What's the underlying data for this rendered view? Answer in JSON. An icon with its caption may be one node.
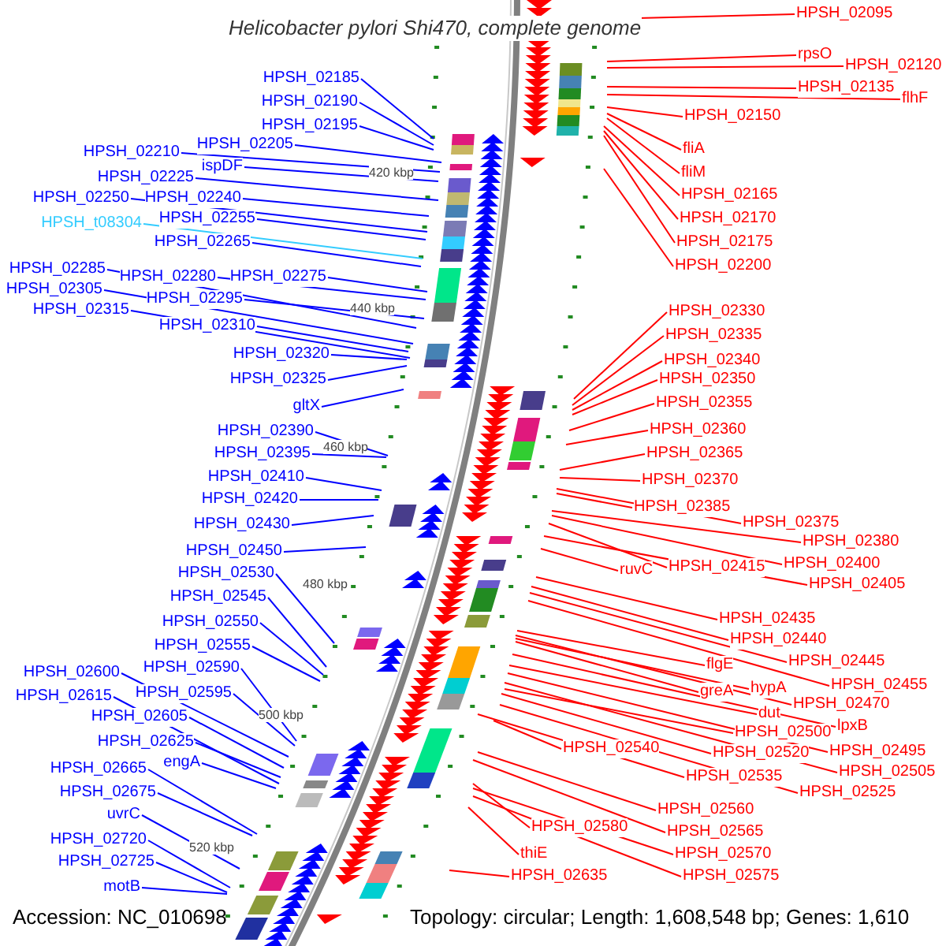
{
  "diagram": {
    "title": "Helicobacter pylori Shi470, complete genome",
    "nodes": [
      {
        "text": [
          "HPSH_02185"
        ]
      },
      {
        "text": [
          "HPSH_02190"
        ]
      },
      {
        "text": [
          "HPSH_02195"
        ]
      },
      {
        "text": [
          "HPSH_02205"
        ]
      },
      {
        "text": [
          "HPSH_02210"
        ]
      },
      {
        "text": [
          "ispDF"
        ]
      },
      {
        "text": [
          "HPSH_02225"
        ]
      },
      {
        "text": [
          "HPSH_02250"
        ]
      },
      {
        "text": [
          "HPSH_02240"
        ]
      },
      {
        "text": [
          "HPSH_02255"
        ]
      },
      {
        "text": [
          "HPSH_t08304"
        ]
      },
      {
        "text": [
          "HPSH_02265"
        ]
      },
      {
        "text": [
          "HPSH_02285"
        ]
      },
      {
        "text": [
          "HPSH_02280"
        ]
      },
      {
        "text": [
          "HPSH_02275"
        ]
      },
      {
        "text": [
          "HPSH_02305"
        ]
      },
      {
        "text": [
          "HPSH_02295"
        ]
      },
      {
        "text": [
          "HPSH_02315"
        ]
      },
      {
        "text": [
          "HPSH_02310"
        ]
      },
      {
        "text": [
          "HPSH_02320"
        ]
      },
      {
        "text": [
          "HPSH_02325"
        ]
      },
      {
        "text": [
          "gltX"
        ]
      },
      {
        "text": [
          "HPSH_02390"
        ]
      },
      {
        "text": [
          "HPSH_02395"
        ]
      },
      {
        "text": [
          "HPSH_02410"
        ]
      },
      {
        "text": [
          "HPSH_02420"
        ]
      },
      {
        "text": [
          "HPSH_02430"
        ]
      },
      {
        "text": [
          "HPSH_02450"
        ]
      },
      {
        "text": [
          "HPSH_02530"
        ]
      },
      {
        "text": [
          "HPSH_02545"
        ]
      },
      {
        "text": [
          "HPSH_02550"
        ]
      },
      {
        "text": [
          "HPSH_02555"
        ]
      },
      {
        "text": [
          "HPSH_02590"
        ]
      },
      {
        "text": [
          "HPSH_02600"
        ]
      },
      {
        "text": [
          "HPSH_02595"
        ]
      },
      {
        "text": [
          "HPSH_02615"
        ]
      },
      {
        "text": [
          "HPSH_02605"
        ]
      },
      {
        "text": [
          "HPSH_02625"
        ]
      },
      {
        "text": [
          "engA"
        ]
      },
      {
        "text": [
          "HPSH_02665"
        ]
      },
      {
        "text": [
          "HPSH_02675"
        ]
      },
      {
        "text": [
          "uvrC"
        ]
      },
      {
        "text": [
          "HPSH_02720"
        ]
      },
      {
        "text": [
          "HPSH_02725"
        ]
      },
      {
        "text": [
          "motB"
        ]
      },
      {
        "text": [
          "HPSH_02095"
        ]
      },
      {
        "text": [
          "rpsO"
        ]
      },
      {
        "text": [
          "HPSH_02120"
        ]
      },
      {
        "text": [
          "HPSH_02135"
        ]
      },
      {
        "text": [
          "flhF"
        ]
      },
      {
        "text": [
          "HPSH_02150"
        ]
      },
      {
        "text": [
          "fliA"
        ]
      },
      {
        "text": [
          "fliM"
        ]
      },
      {
        "text": [
          "HPSH_02165"
        ]
      },
      {
        "text": [
          "HPSH_02170"
        ]
      },
      {
        "text": [
          "HPSH_02175"
        ]
      },
      {
        "text": [
          "HPSH_02200"
        ]
      },
      {
        "text": [
          "HPSH_02330"
        ]
      },
      {
        "text": [
          "HPSH_02335"
        ]
      },
      {
        "text": [
          "HPSH_02340"
        ]
      },
      {
        "text": [
          "HPSH_02350"
        ]
      },
      {
        "text": [
          "HPSH_02355"
        ]
      },
      {
        "text": [
          "HPSH_02360"
        ]
      },
      {
        "text": [
          "HPSH_02365"
        ]
      },
      {
        "text": [
          "HPSH_02370"
        ]
      },
      {
        "text": [
          "HPSH_02385"
        ]
      },
      {
        "text": [
          "HPSH_02375"
        ]
      },
      {
        "text": [
          "HPSH_02380"
        ]
      },
      {
        "text": [
          "HPSH_02415"
        ]
      },
      {
        "text": [
          "HPSH_02400"
        ]
      },
      {
        "text": [
          "ruvC"
        ]
      },
      {
        "text": [
          "HPSH_02405"
        ]
      },
      {
        "text": [
          "HPSH_02435"
        ]
      },
      {
        "text": [
          "HPSH_02440"
        ]
      },
      {
        "text": [
          "HPSH_02445"
        ]
      },
      {
        "text": [
          "flgE"
        ]
      },
      {
        "text": [
          "HPSH_02455"
        ]
      },
      {
        "text": [
          "hypA"
        ]
      },
      {
        "text": [
          "greA"
        ]
      },
      {
        "text": [
          "HPSH_02470"
        ]
      },
      {
        "text": [
          "dut"
        ]
      },
      {
        "text": [
          "lpxB"
        ]
      },
      {
        "text": [
          "HPSH_02500"
        ]
      },
      {
        "text": [
          "HPSH_02540"
        ]
      },
      {
        "text": [
          "HPSH_02495"
        ]
      },
      {
        "text": [
          "HPSH_02520"
        ]
      },
      {
        "text": [
          "HPSH_02505"
        ]
      },
      {
        "text": [
          "HPSH_02535"
        ]
      },
      {
        "text": [
          "HPSH_02525"
        ]
      },
      {
        "text": [
          "HPSH_02560"
        ]
      },
      {
        "text": [
          "HPSH_02580"
        ]
      },
      {
        "text": [
          "HPSH_02565"
        ]
      },
      {
        "text": [
          "thiE"
        ]
      },
      {
        "text": [
          "HPSH_02570"
        ]
      },
      {
        "text": [
          "HPSH_02635"
        ]
      },
      {
        "text": [
          "HPSH_02575"
        ]
      }
    ],
    "edges": [
      {
        "from": 0,
        "to": null,
        "arrow": "none",
        "color": "#0000ff"
      },
      {
        "from": 1,
        "to": null,
        "arrow": "none",
        "color": "#0000ff"
      },
      {
        "from": 2,
        "to": null,
        "arrow": "none",
        "color": "#0000ff"
      },
      {
        "from": 3,
        "to": null,
        "arrow": "none",
        "color": "#0000ff"
      },
      {
        "from": 4,
        "to": null,
        "arrow": "none",
        "color": "#0000ff"
      },
      {
        "from": 5,
        "to": null,
        "arrow": "none",
        "color": "#0000ff"
      },
      {
        "from": 6,
        "to": null,
        "arrow": "none",
        "color": "#0000ff"
      },
      {
        "from": 7,
        "to": null,
        "arrow": "none",
        "color": "#0000ff"
      },
      {
        "from": 8,
        "to": null,
        "arrow": "none",
        "color": "#0000ff"
      },
      {
        "from": 9,
        "to": null,
        "arrow": "none",
        "color": "#0000ff"
      },
      {
        "from": 10,
        "to": null,
        "arrow": "none",
        "color": "#33ccff"
      },
      {
        "from": 11,
        "to": null,
        "arrow": "none",
        "color": "#0000ff"
      },
      {
        "from": 12,
        "to": null,
        "arrow": "none",
        "color": "#0000ff"
      },
      {
        "from": 13,
        "to": null,
        "arrow": "none",
        "color": "#0000ff"
      },
      {
        "from": 14,
        "to": null,
        "arrow": "none",
        "color": "#0000ff"
      },
      {
        "from": 15,
        "to": null,
        "arrow": "none",
        "color": "#0000ff"
      },
      {
        "from": 16,
        "to": null,
        "arrow": "none",
        "color": "#0000ff"
      },
      {
        "from": 17,
        "to": null,
        "arrow": "none",
        "color": "#0000ff"
      },
      {
        "from": 18,
        "to": null,
        "arrow": "none",
        "color": "#0000ff"
      },
      {
        "from": 19,
        "to": null,
        "arrow": "none",
        "color": "#0000ff"
      },
      {
        "from": 20,
        "to": null,
        "arrow": "none",
        "color": "#0000ff"
      },
      {
        "from": 21,
        "to": null,
        "arrow": "none",
        "color": "#0000ff"
      },
      {
        "from": 22,
        "to": null,
        "arrow": "none",
        "color": "#0000ff"
      },
      {
        "from": 23,
        "to": null,
        "arrow": "none",
        "color": "#0000ff"
      },
      {
        "from": 24,
        "to": null,
        "arrow": "none",
        "color": "#0000ff"
      },
      {
        "from": 25,
        "to": null,
        "arrow": "none",
        "color": "#0000ff"
      },
      {
        "from": 26,
        "to": null,
        "arrow": "none",
        "color": "#0000ff"
      },
      {
        "from": 27,
        "to": null,
        "arrow": "none",
        "color": "#0000ff"
      },
      {
        "from": 28,
        "to": null,
        "arrow": "none",
        "color": "#0000ff"
      },
      {
        "from": 29,
        "to": null,
        "arrow": "none",
        "color": "#0000ff"
      },
      {
        "from": 30,
        "to": null,
        "arrow": "none",
        "color": "#0000ff"
      },
      {
        "from": 31,
        "to": null,
        "arrow": "none",
        "color": "#0000ff"
      },
      {
        "from": 32,
        "to": null,
        "arrow": "none",
        "color": "#0000ff"
      },
      {
        "from": 33,
        "to": null,
        "arrow": "none",
        "color": "#0000ff"
      },
      {
        "from": 34,
        "to": null,
        "arrow": "none",
        "color": "#0000ff"
      },
      {
        "from": 35,
        "to": null,
        "arrow": "none",
        "color": "#0000ff"
      },
      {
        "from": 36,
        "to": null,
        "arrow": "none",
        "color": "#0000ff"
      },
      {
        "from": 37,
        "to": null,
        "arrow": "none",
        "color": "#0000ff"
      },
      {
        "from": 38,
        "to": null,
        "arrow": "none",
        "color": "#0000ff"
      },
      {
        "from": 39,
        "to": null,
        "arrow": "none",
        "color": "#0000ff"
      },
      {
        "from": 40,
        "to": null,
        "arrow": "none",
        "color": "#0000ff"
      },
      {
        "from": 41,
        "to": null,
        "arrow": "none",
        "color": "#0000ff"
      },
      {
        "from": 42,
        "to": null,
        "arrow": "none",
        "color": "#0000ff"
      },
      {
        "from": 43,
        "to": null,
        "arrow": "none",
        "color": "#0000ff"
      },
      {
        "from": 44,
        "to": null,
        "arrow": "none",
        "color": "#0000ff"
      },
      {
        "from": 45,
        "to": null,
        "arrow": "none"
      },
      {
        "from": 46,
        "to": null,
        "arrow": "none"
      },
      {
        "from": 47,
        "to": null,
        "arrow": "none"
      },
      {
        "from": 48,
        "to": null,
        "arrow": "none"
      },
      {
        "from": 49,
        "to": null,
        "arrow": "none"
      },
      {
        "from": 50,
        "to": null,
        "arrow": "none"
      },
      {
        "from": 51,
        "to": null,
        "arrow": "none"
      },
      {
        "from": 52,
        "to": null,
        "arrow": "none"
      },
      {
        "from": 53,
        "to": null,
        "arrow": "none"
      },
      {
        "from": 54,
        "to": null,
        "arrow": "none"
      },
      {
        "from": 55,
        "to": null,
        "arrow": "none"
      },
      {
        "from": 56,
        "to": null,
        "arrow": "none"
      },
      {
        "from": 57,
        "to": null,
        "arrow": "none"
      },
      {
        "from": 58,
        "to": null,
        "arrow": "none"
      },
      {
        "from": 59,
        "to": null,
        "arrow": "none"
      },
      {
        "from": 60,
        "to": null,
        "arrow": "none"
      },
      {
        "from": 61,
        "to": null,
        "arrow": "none"
      },
      {
        "from": 62,
        "to": null,
        "arrow": "none"
      },
      {
        "from": 63,
        "to": null,
        "arrow": "none"
      },
      {
        "from": 64,
        "to": null,
        "arrow": "none"
      },
      {
        "from": 65,
        "to": null,
        "arrow": "none"
      },
      {
        "from": 66,
        "to": null,
        "arrow": "none"
      },
      {
        "from": 67,
        "to": null,
        "arrow": "none"
      },
      {
        "from": 68,
        "to": null,
        "arrow": "none"
      },
      {
        "from": 69,
        "to": null,
        "arrow": "none"
      },
      {
        "from": 70,
        "to": null,
        "arrow": "none"
      },
      {
        "from": 71,
        "to": null,
        "arrow": "none"
      },
      {
        "from": 72,
        "to": null,
        "arrow": "none"
      },
      {
        "from": 73,
        "to": null,
        "arrow": "none"
      },
      {
        "from": 74,
        "to": null,
        "arrow": "none"
      },
      {
        "from": 75,
        "to": null,
        "arrow": "none"
      },
      {
        "from": 76,
        "to": null,
        "arrow": "none"
      },
      {
        "from": 77,
        "to": null,
        "arrow": "none"
      },
      {
        "from": 78,
        "to": null,
        "arrow": "none"
      },
      {
        "from": 79,
        "to": null,
        "arrow": "none"
      },
      {
        "from": 80,
        "to": null,
        "arrow": "none"
      },
      {
        "from": 81,
        "to": null,
        "arrow": "none"
      },
      {
        "from": 82,
        "to": null,
        "arrow": "none"
      },
      {
        "from": 83,
        "to": null,
        "arrow": "none"
      },
      {
        "from": 84,
        "to": null,
        "arrow": "none"
      },
      {
        "from": 85,
        "to": null,
        "arrow": "none"
      },
      {
        "from": 86,
        "to": null,
        "arrow": "none"
      },
      {
        "from": 87,
        "to": null,
        "arrow": "none"
      },
      {
        "from": 88,
        "to": null,
        "arrow": "none"
      },
      {
        "from": 89,
        "to": null,
        "arrow": "none"
      },
      {
        "from": 90,
        "to": null,
        "arrow": "none"
      },
      {
        "from": 91,
        "to": null,
        "arrow": "none"
      },
      {
        "from": 92,
        "to": null,
        "arrow": "none"
      },
      {
        "from": 93,
        "to": null,
        "arrow": "none"
      },
      {
        "from": 94,
        "to": null,
        "arrow": "none"
      },
      {
        "from": 95,
        "to": null,
        "arrow": "none"
      }
    ],
    "labels": [
      "420 kbp",
      "440 kbp",
      "460 kbp",
      "480 kbp",
      "500 kbp",
      "520 kbp",
      "Accession: NC_010698",
      "Topology: circular; Length: 1,608,548 bp; Genes: 1,610"
    ]
  }
}
